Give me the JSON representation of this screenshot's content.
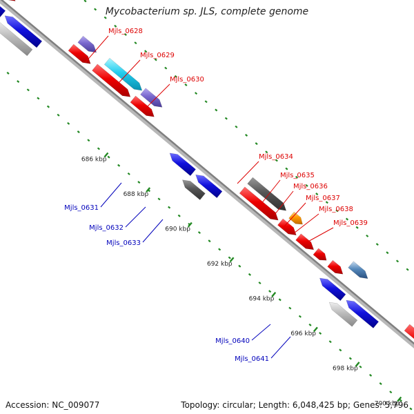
{
  "title": "Mycobacterium sp. JLS, complete genome",
  "footer": {
    "accession_label": "Accession:",
    "accession": "NC_009077",
    "topology_label": "Topology:",
    "topology": "circular",
    "length_label": "Length:",
    "length": "6,048,425 bp",
    "genes_label": "Genes:",
    "genes": "5,796"
  },
  "colors": {
    "forward_gene": "#ee0000",
    "reverse_gene": "#1111dd",
    "hypothetical": "#555555",
    "light_gray": "#bbbbbb",
    "cyan": "#22ccee",
    "purple": "#7766cc",
    "orange": "#ff9900",
    "steel_blue": "#5588bb",
    "backbone": "#999999",
    "tick": "#228822",
    "forward_label": "#dd0000",
    "reverse_label": "#0000bb"
  },
  "scale": {
    "ticks": [
      {
        "label": "686 kbp"
      },
      {
        "label": "688 kbp"
      },
      {
        "label": "690 kbp"
      },
      {
        "label": "692 kbp"
      },
      {
        "label": "694 kbp"
      },
      {
        "label": "696 kbp"
      },
      {
        "label": "698 kbp"
      },
      {
        "label": "700 kbp"
      }
    ]
  },
  "gene_labels": [
    {
      "id": "Mjls_0628",
      "strand": "forward"
    },
    {
      "id": "Mjls_0629",
      "strand": "forward"
    },
    {
      "id": "Mjls_0630",
      "strand": "forward"
    },
    {
      "id": "Mjls_0631",
      "strand": "reverse"
    },
    {
      "id": "Mjls_0632",
      "strand": "reverse"
    },
    {
      "id": "Mjls_0633",
      "strand": "reverse"
    },
    {
      "id": "Mjls_0634",
      "strand": "forward"
    },
    {
      "id": "Mjls_0635",
      "strand": "forward"
    },
    {
      "id": "Mjls_0636",
      "strand": "forward"
    },
    {
      "id": "Mjls_0637",
      "strand": "forward"
    },
    {
      "id": "Mjls_0638",
      "strand": "forward"
    },
    {
      "id": "Mjls_0639",
      "strand": "forward"
    },
    {
      "id": "Mjls_0640",
      "strand": "reverse"
    },
    {
      "id": "Mjls_0641",
      "strand": "reverse"
    }
  ]
}
